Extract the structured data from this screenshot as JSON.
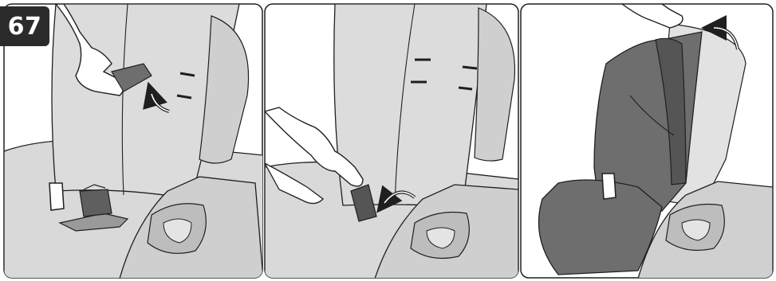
{
  "step": {
    "number": "67"
  },
  "panels": [
    {
      "id": "panel-1",
      "icon": "lift-strap-arrow-icon"
    },
    {
      "id": "panel-2",
      "icon": "unhook-buckle-arrow-icon"
    },
    {
      "id": "panel-3",
      "icon": "peel-cover-arrow-icon"
    }
  ],
  "colors": {
    "seat_light": "#d9d9d9",
    "seat_mid": "#c2c2c2",
    "cover_dark": "#6e6e6e",
    "strap_dark": "#555555",
    "line": "#1f1f1f",
    "badge": "#2b2b2b"
  }
}
